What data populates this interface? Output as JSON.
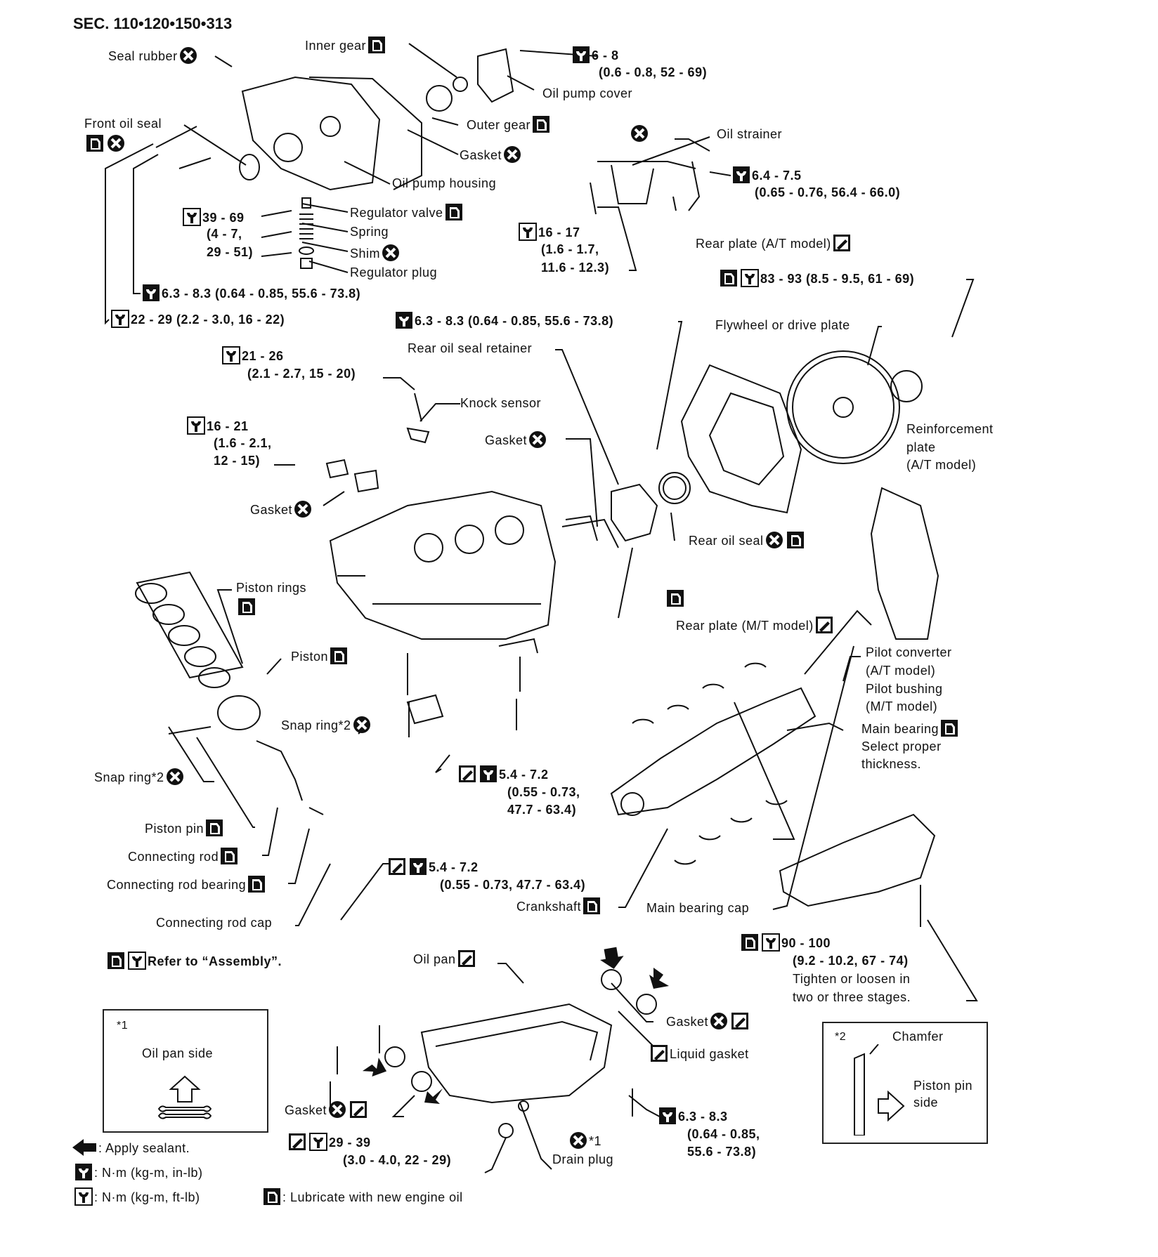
{
  "section": "SEC. 110•120•150•313",
  "labels": {
    "seal_rubber": "Seal rubber",
    "inner_gear": "Inner gear",
    "torque_pump_cover": "6 - 8",
    "torque_pump_cover_2": "(0.6 - 0.8, 52 - 69)",
    "oil_pump_cover": "Oil pump cover",
    "front_oil_seal": "Front oil seal",
    "outer_gear": "Outer gear",
    "gasket_pump": "Gasket",
    "oil_strainer": "Oil strainer",
    "oil_pump_housing": "Oil pump housing",
    "torque_strainer": "6.4 - 7.5",
    "torque_strainer_2": "(0.65 - 0.76, 56.4 - 66.0)",
    "torque_39": "39 - 69",
    "torque_39_2": "(4 - 7,",
    "torque_39_3": "29 - 51)",
    "regulator_valve": "Regulator valve",
    "spring": "Spring",
    "shim": "Shim",
    "regulator_plug": "Regulator plug",
    "torque_16_17": "16 - 17",
    "torque_16_17_2": "(1.6 - 1.7,",
    "torque_16_17_3": "11.6 - 12.3)",
    "rear_plate_at": "Rear plate (A/T model)",
    "torque_83": "83 - 93 (8.5 - 9.5, 61 - 69)",
    "torque_63_left": "6.3 - 8.3 (0.64 - 0.85, 55.6 - 73.8)",
    "torque_22": "22 - 29 (2.2 - 3.0, 16 - 22)",
    "torque_63_mid": "6.3 - 8.3 (0.64 - 0.85, 55.6 - 73.8)",
    "flywheel": "Flywheel or drive plate",
    "torque_21": "21 - 26",
    "torque_21_2": "(2.1 - 2.7, 15 - 20)",
    "rear_oil_seal_retainer": "Rear oil seal retainer",
    "knock_sensor": "Knock sensor",
    "reinforcement": "Reinforcement",
    "reinforcement_2": "plate",
    "reinforcement_3": "(A/T model)",
    "torque_16_21": "16 - 21",
    "torque_16_21_2": "(1.6 - 2.1,",
    "torque_16_21_3": "12 - 15)",
    "gasket_retainer": "Gasket",
    "gasket_block": "Gasket",
    "rear_oil_seal": "Rear oil seal",
    "piston_rings": "Piston rings",
    "rear_plate_mt": "Rear plate (M/T model)",
    "piston": "Piston",
    "pilot_converter": "Pilot converter",
    "pilot_converter_2": "(A/T model)",
    "pilot_bushing": "Pilot bushing",
    "pilot_bushing_2": "(M/T model)",
    "snap_ring_right": "Snap ring*2",
    "main_bearing": "Main bearing",
    "main_bearing_2": "Select proper",
    "main_bearing_3": "thickness.",
    "torque_54_a": "5.4 - 7.2",
    "torque_54_a_2": "(0.55 - 0.73,",
    "torque_54_a_3": "47.7 - 63.4)",
    "snap_ring_left": "Snap ring*2",
    "piston_pin": "Piston pin",
    "connecting_rod": "Connecting rod",
    "torque_54_b": "5.4 - 7.2",
    "torque_54_b_2": "(0.55 - 0.73, 47.7 - 63.4)",
    "connecting_rod_bearing": "Connecting rod bearing",
    "crankshaft": "Crankshaft",
    "main_bearing_cap": "Main bearing cap",
    "connecting_rod_cap": "Connecting rod cap",
    "torque_90": "90 - 100",
    "torque_90_2": "(9.2 - 10.2, 67 - 74)",
    "torque_90_3": "Tighten or loosen in",
    "torque_90_4": "two or three stages.",
    "refer_assembly": "Refer to “Assembly”.",
    "oil_pan": "Oil pan",
    "gasket_pan_right": "Gasket",
    "liquid_gasket": "Liquid gasket",
    "gasket_pan_left": "Gasket",
    "torque_pan_bolt": "6.3 - 8.3",
    "torque_pan_bolt_2": "(0.64 - 0.85,",
    "torque_pan_bolt_3": "55.6 - 73.8)",
    "torque_29_39": "29 - 39",
    "torque_29_39_2": "(3.0 - 4.0, 22 - 29)",
    "drain_plug": "Drain plug",
    "drain_plug_ref": "*1"
  },
  "note1": {
    "ref": "*1",
    "text": "Oil pan side"
  },
  "note2": {
    "ref": "*2",
    "chamfer": "Chamfer",
    "side": "Piston pin",
    "side_2": "side"
  },
  "legend": {
    "sealant": ": Apply sealant.",
    "nm_inlb": ": N·m (kg-m, in-lb)",
    "nm_ftlb": ": N·m (kg-m, ft-lb)",
    "lube": ": Lubricate with new engine oil"
  }
}
